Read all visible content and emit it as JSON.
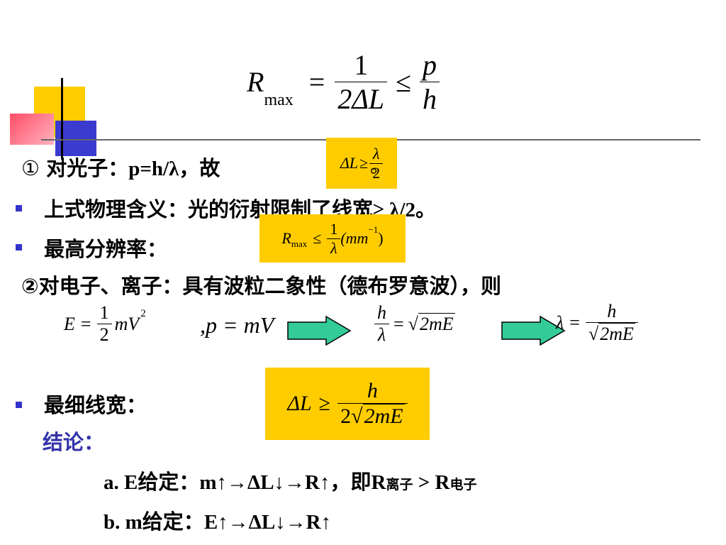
{
  "formula_top": {
    "lhs": "R",
    "sub": "max",
    "num1": "1",
    "den1": "2ΔL",
    "num2": "p",
    "den2": "h"
  },
  "photon_line": {
    "marker": "①",
    "label": "对光子：",
    "eq": "p=h/λ",
    "tail": "，故",
    "period": "。"
  },
  "photon_box": {
    "lhs": "ΔL",
    "rel": "≥",
    "num": "λ",
    "den": "2"
  },
  "meaning_line": {
    "text": "上式物理含义：光的衍射限制了线宽",
    "tail": "≥ λ/2。"
  },
  "resolution_line": {
    "text": "最高分辨率："
  },
  "resolution_box": {
    "lhs": "R",
    "sub": "max",
    "rel": "≤",
    "num": "1",
    "den": "λ",
    "paren": "(mm",
    "exp": "−1",
    "close": ")"
  },
  "electron_line": {
    "text": "②对电子、离子：具有波粒二象性（德布罗意波），则"
  },
  "eq_energy": {
    "lhs": "E",
    "eq": "=",
    "num": "1",
    "den": "2",
    "body": "mV",
    "exp": "2"
  },
  "eq_momentum": {
    "text": ",p = mV"
  },
  "eq_ratio": {
    "num": "h",
    "den": "λ",
    "eq": "=",
    "rad": "2mE"
  },
  "eq_lambda": {
    "lhs": "λ",
    "eq": "=",
    "num": "h",
    "rad": "2mE"
  },
  "linewidth_line": {
    "text": "最细线宽："
  },
  "linewidth_box": {
    "lhs": "ΔL",
    "rel": "≥",
    "num": "h",
    "coef": "2",
    "rad": "2mE"
  },
  "conclusion": {
    "title": "结论：",
    "a_pre": "a. E",
    "a_cn": "给定：",
    "a_rel": "m↑→ΔL↓→R↑",
    "a_cn2": "，即",
    "a_R1": "R",
    "a_sub1": "离子",
    "a_gt": " > ",
    "a_R2": "R",
    "a_sub2": "电子",
    "b_pre": "b. m",
    "b_cn": "给定：",
    "b_rel": "E↑→ΔL↓→R↑"
  },
  "colors": {
    "accent_blue": "#3333cc",
    "box_yellow": "#ffcc00",
    "arrow_teal": "#33cc99",
    "conclusion_text": "#3333aa"
  }
}
